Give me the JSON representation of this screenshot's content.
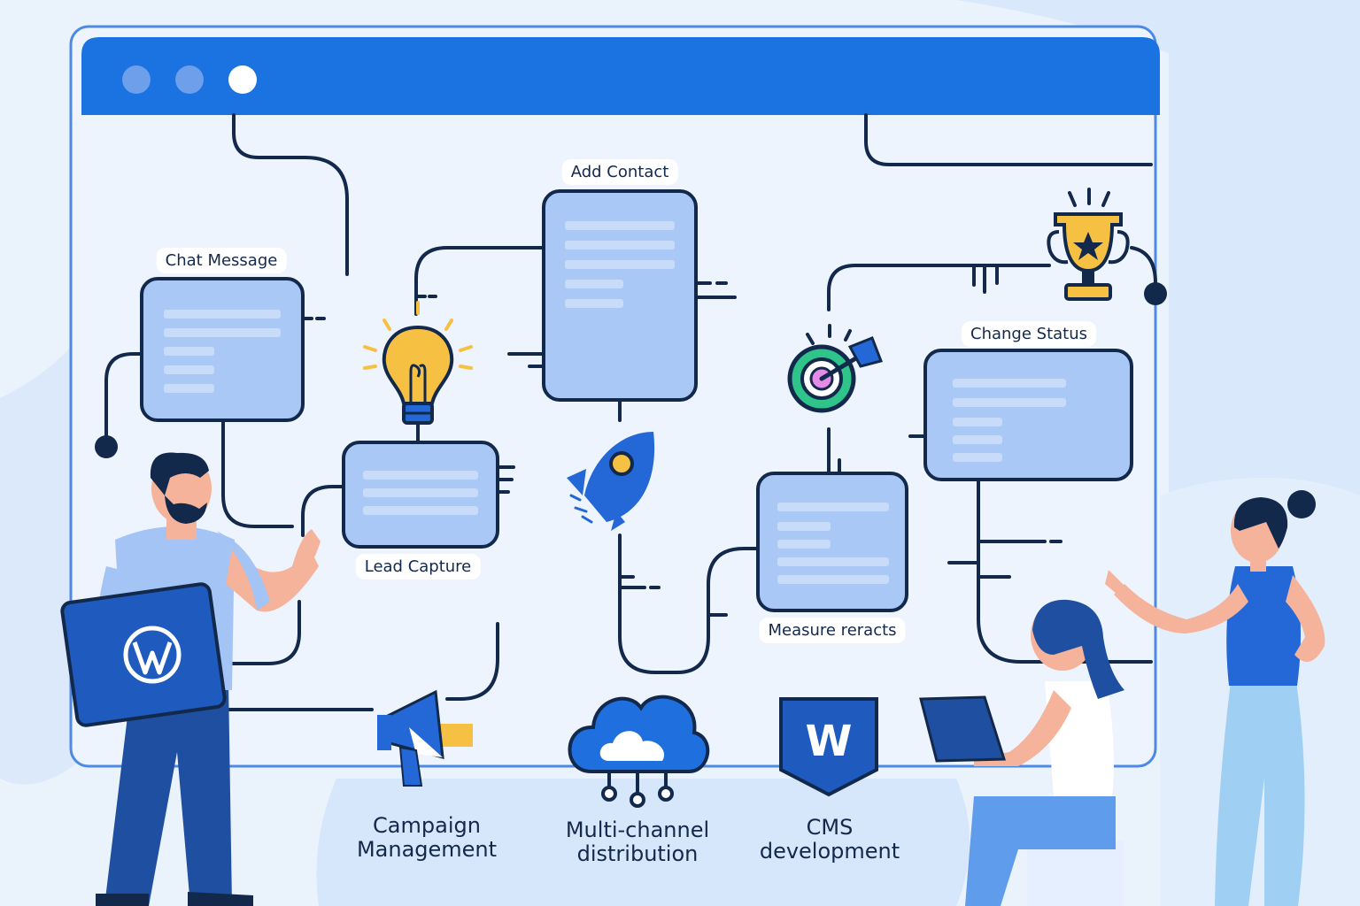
{
  "window": {
    "titlebar_buttons": [
      "window-dot-1",
      "window-dot-2",
      "window-dot-3"
    ]
  },
  "nodes": {
    "chat_message": "Chat Message",
    "add_contact": "Add Contact",
    "lead_capture": "Lead Capture",
    "change_status": "Change Status",
    "measure_reacts": "Measure reracts"
  },
  "captions": {
    "campaign": {
      "line1": "Campaign",
      "line2": "Management"
    },
    "multichannel": {
      "line1": "Multi-channel",
      "line2": "distribution"
    },
    "cms": {
      "line1": "CMS",
      "line2": "development"
    }
  },
  "icons": {
    "cms_badge_letter": "W",
    "names": [
      "lightbulb-icon",
      "rocket-icon",
      "target-icon",
      "trophy-icon",
      "megaphone-icon",
      "cloud-icon",
      "cms-badge-icon",
      "wordpress-logo-icon"
    ]
  },
  "colors": {
    "background": "#eaf2fc",
    "window_border": "#4d8ae6",
    "titlebar": "#1a73e0",
    "card_fill": "#a9c8f5",
    "card_stroke": "#13294b",
    "connector": "#13294b",
    "accent_yellow": "#f6c042",
    "accent_blue": "#2467d6"
  }
}
